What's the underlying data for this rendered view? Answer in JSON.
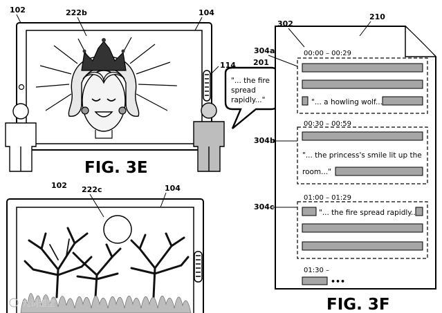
{
  "fig_3e": {
    "caption": "FIG. 3E",
    "ref_device": "102",
    "ref_image": "222b",
    "ref_display": "104",
    "ref_button": "114",
    "ref_bubble": "201",
    "speech_line1": "\"... the fire",
    "speech_line2": "spread",
    "speech_line3": "rapidly...\""
  },
  "fig_3e_lower": {
    "ref_device": "102",
    "ref_image": "222c",
    "ref_display": "104"
  },
  "fig_3f": {
    "caption": "FIG. 3F",
    "ref_document": "210",
    "ref_section": "302",
    "segments": [
      {
        "ref": "304a",
        "timestamp": "00:00 – 00:29",
        "quote": "\"... a howling wolf...\""
      },
      {
        "ref": "304b",
        "timestamp": "00:30 – 00:59",
        "quote_line1": "\"... the princess's smile lit up the",
        "quote_line2": "room...\""
      },
      {
        "ref": "304c",
        "timestamp": "01:00 – 01:29",
        "quote": "\"... the fire spread rapidly...\""
      }
    ],
    "trailing_timestamp": "01:30 –",
    "ellipsis": "•••"
  },
  "watermark": "九词道堂",
  "colors": {
    "ink": "#000000",
    "gray_bar": "#a6a6a6",
    "paper": "#ffffff",
    "crown": "#333333",
    "face_fill": "#efefef"
  }
}
